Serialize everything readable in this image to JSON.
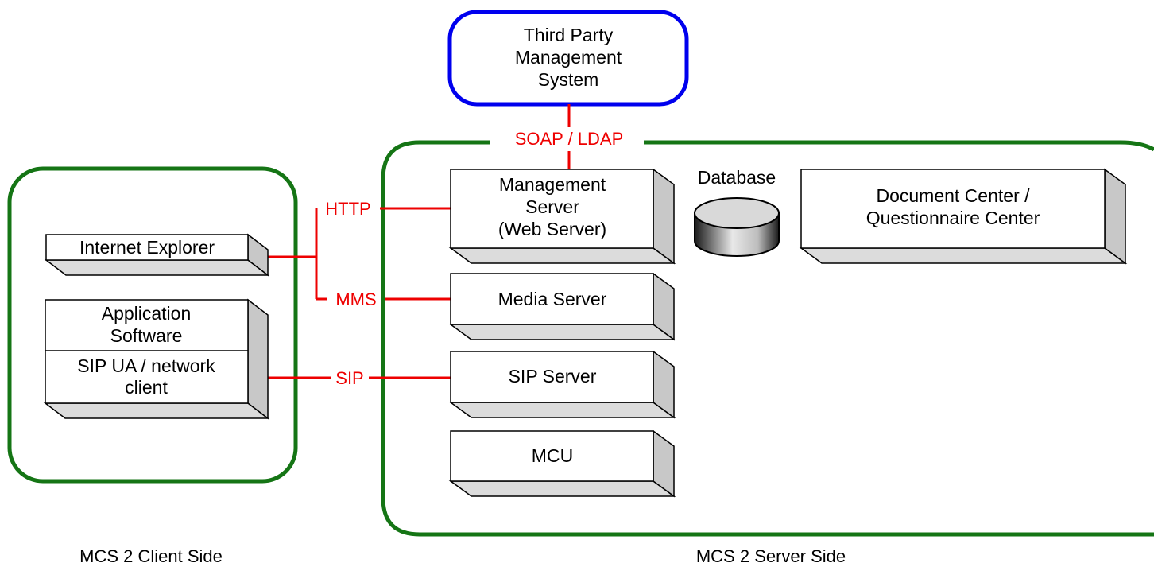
{
  "colors": {
    "system_border": "#0000ee",
    "group_border": "#157515",
    "connector": "#ee0000",
    "box_face": "#ffffff",
    "box_depth": "#c8c8c8",
    "box_depth_top": "#dcdcdc",
    "box_stroke": "#000000"
  },
  "third_party": {
    "line1": "Third Party",
    "line2": "Management",
    "line3": "System"
  },
  "client": {
    "internet_explorer": "Internet Explorer",
    "app_software_line1": "Application",
    "app_software_line2": "Software",
    "sip_ua_line1": "SIP UA / network",
    "sip_ua_line2": "client",
    "side_label": "MCS 2 Client Side"
  },
  "server": {
    "management_line1": "Management",
    "management_line2": "Server",
    "management_line3": "(Web Server)",
    "media_server": "Media Server",
    "sip_server": "SIP Server",
    "mcu": "MCU",
    "database": "Database",
    "document_line1": "Document Center /",
    "document_line2": "Questionnaire Center",
    "side_label": "MCS 2 Server Side"
  },
  "protocols": {
    "soap_ldap": "SOAP / LDAP",
    "http": "HTTP",
    "mms": "MMS",
    "sip": "SIP"
  }
}
